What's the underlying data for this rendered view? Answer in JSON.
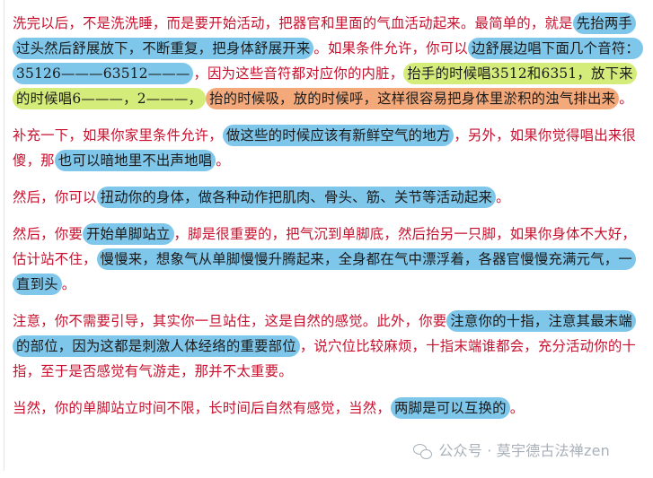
{
  "paragraphs": [
    {
      "segments": [
        {
          "text": "洗完以后，不是洗洗睡，而是要开始活动，把器官和里面的气血活动起来。最简单的，就是",
          "hl": ""
        },
        {
          "text": "先抬两手过头然后舒展放下，不断重复，把身体舒展开来",
          "hl": "blue"
        },
        {
          "text": "。如果条件允许，你可以",
          "hl": ""
        },
        {
          "text": "边舒展边唱下面几个音符：35126———63512———",
          "hl": "blue"
        },
        {
          "text": "，因为这些音符都对应你的内脏，",
          "hl": ""
        },
        {
          "text": "抬手的时候唱3512和6351，放下来的时候唱6———，2———，",
          "hl": "green"
        },
        {
          "text": "抬的时候吸，放的时候呼，这样很容易把身体里淤积的浊气排出来",
          "hl": "orange"
        },
        {
          "text": "。",
          "hl": ""
        }
      ]
    },
    {
      "segments": [
        {
          "text": "补充一下，如果你家里条件允许，",
          "hl": ""
        },
        {
          "text": "做这些的时候应该有新鲜空气的地方",
          "hl": "blue"
        },
        {
          "text": "，另外，如果你觉得唱出来很傻，那",
          "hl": ""
        },
        {
          "text": "也可以暗地里不出声地唱",
          "hl": "blue"
        },
        {
          "text": "。",
          "hl": ""
        }
      ]
    },
    {
      "segments": [
        {
          "text": "然后，你可以",
          "hl": ""
        },
        {
          "text": "扭动你的身体，做各种动作把肌肉、骨头、筋、关节等活动起来",
          "hl": "blue"
        },
        {
          "text": "。",
          "hl": ""
        }
      ]
    },
    {
      "segments": [
        {
          "text": "然后，你要",
          "hl": ""
        },
        {
          "text": "开始单脚站立",
          "hl": "blue"
        },
        {
          "text": "，脚是很重要的，把气沉到单脚底，然后抬另一只脚，如果你身体不大好，估计站不住，",
          "hl": ""
        },
        {
          "text": "慢慢来，想象气从单脚慢慢升腾起来，全身都在气中漂浮着，各器官慢慢充满元气，一直到头",
          "hl": "blue"
        },
        {
          "text": "。",
          "hl": ""
        }
      ]
    },
    {
      "segments": [
        {
          "text": "注意，你不需要引导，其实你一旦站住，这是自然的感觉。此外，你要",
          "hl": ""
        },
        {
          "text": "注意你的十指，注意其最末端的部位，因为这都是刺激人体经络的重要部位",
          "hl": "blue"
        },
        {
          "text": "，说穴位比较麻烦，十指末端谁都会，充分活动你的十指，至于是否感觉有气游走，那并不太重要。",
          "hl": ""
        }
      ]
    },
    {
      "segments": [
        {
          "text": "当然，你的单脚站立时间不限，长时间后自然有感觉",
          "hl": ""
        },
        {
          "text": "，当然，",
          "hl": ""
        },
        {
          "text": "两脚是可以互换的",
          "hl": "blue"
        },
        {
          "text": "。",
          "hl": ""
        }
      ]
    }
  ],
  "watermark": {
    "icon": "wechat-icon",
    "text": "公众号 · 莫宇德古法禅zen"
  },
  "colors": {
    "text": "#c8102e",
    "highlight_blue": "#7ec6ea",
    "highlight_green": "#d4ec7a",
    "highlight_orange": "#f4a97a"
  }
}
